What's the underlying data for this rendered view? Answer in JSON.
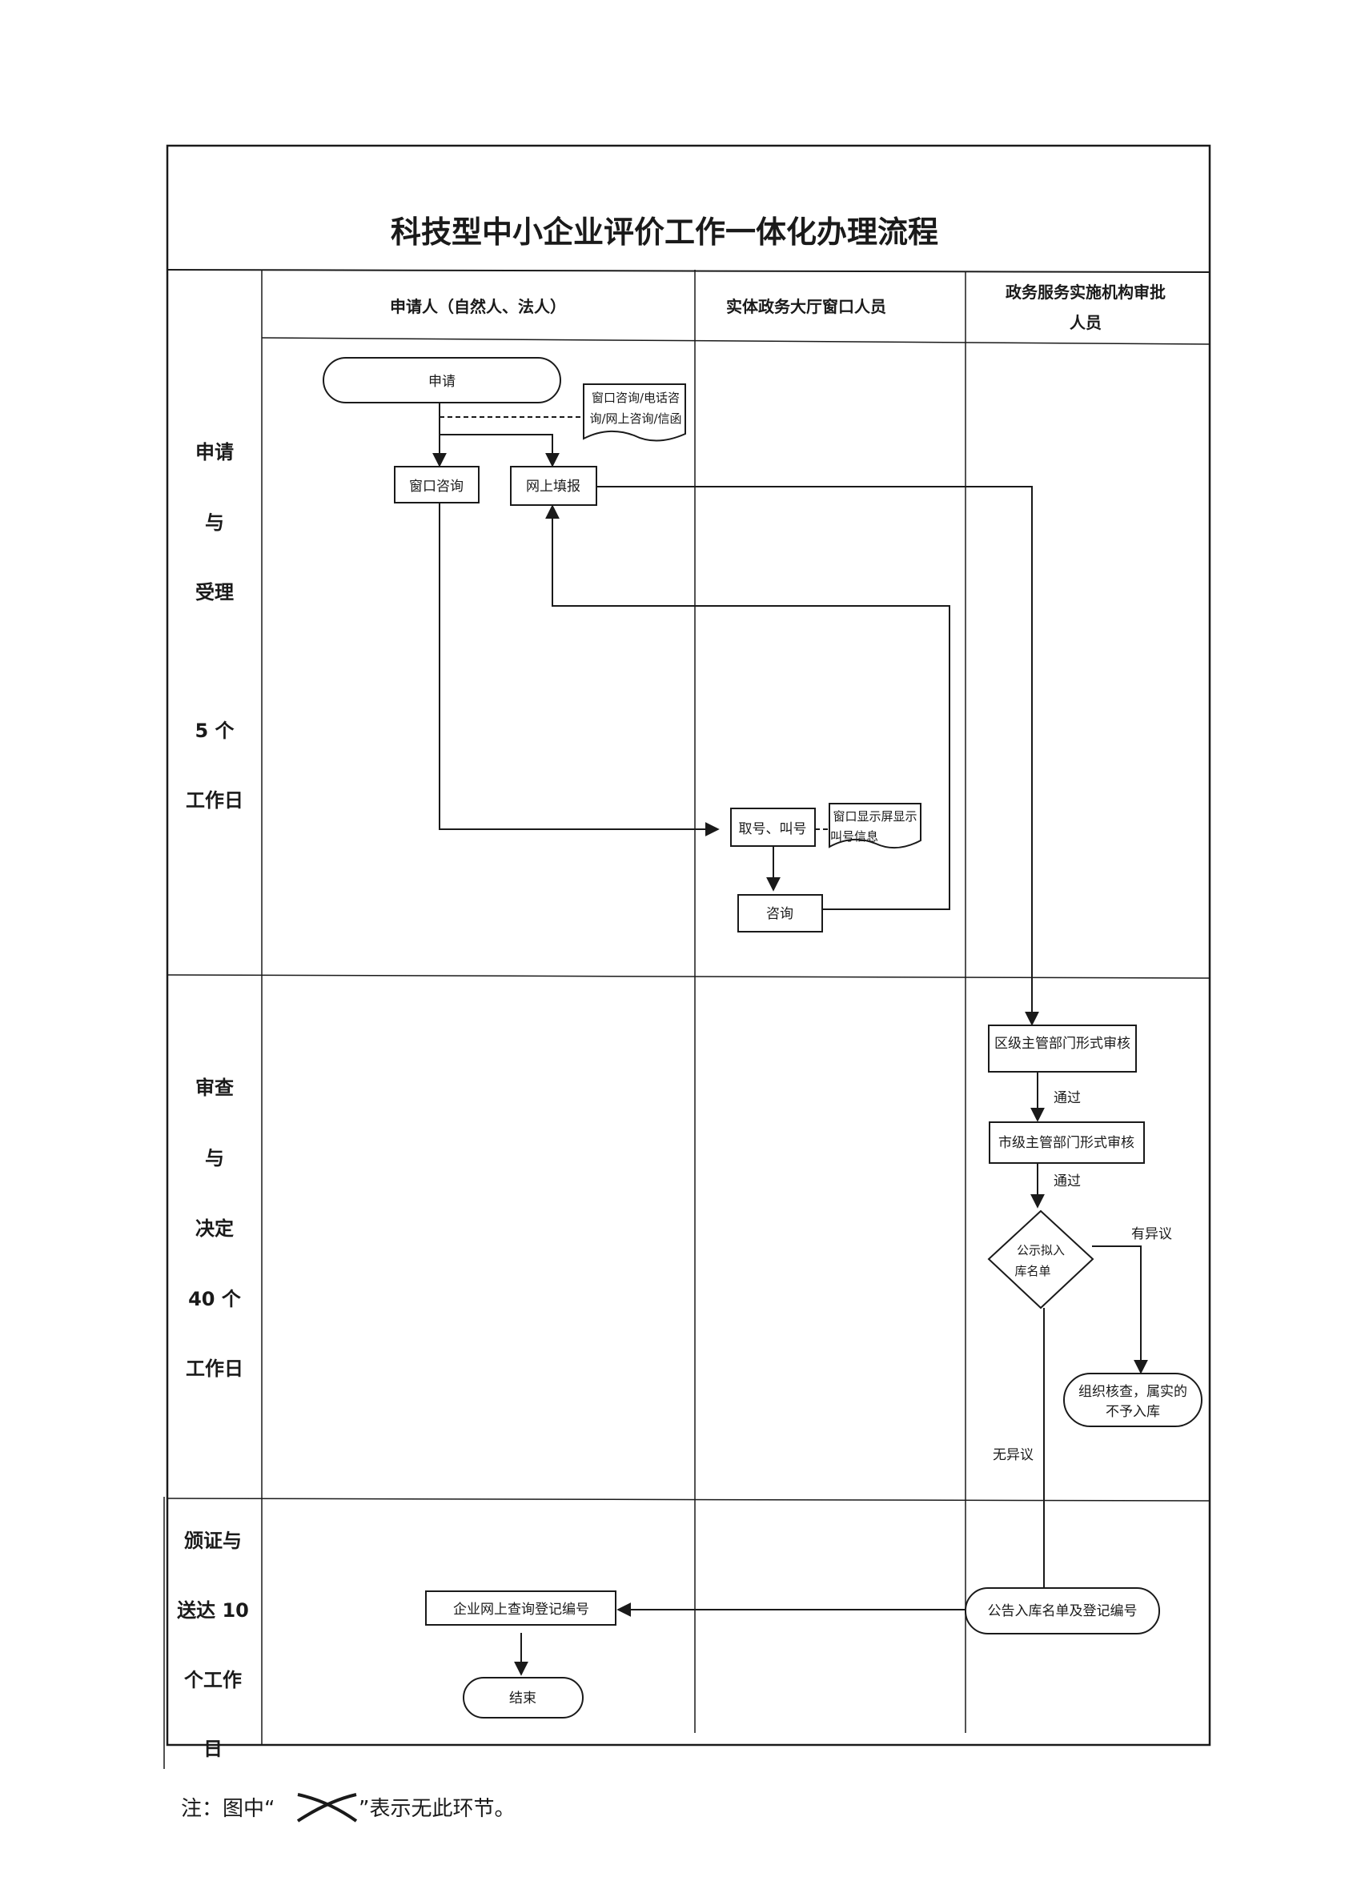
{
  "title": "科技型中小企业评价工作一体化办理流程",
  "lanes": {
    "applicant": "申请人（自然人、法人）",
    "hall": "实体政务大厅窗口人员",
    "approver_line1": "政务服务实施机构审批",
    "approver_line2": "人员"
  },
  "stages": {
    "s1": [
      "申请",
      "与",
      "受理",
      "5 个",
      "工作日"
    ],
    "s2": [
      "审查",
      "与",
      "决定",
      "40 个",
      "工作日"
    ],
    "s3": [
      "颁证与",
      "送达 10",
      "个工作",
      "日"
    ]
  },
  "nodes": {
    "apply": "申请",
    "consult_doc_line1": "窗口咨询/电话咨",
    "consult_doc_line2": "询/网上咨询/信函",
    "window_consult": "窗口咨询",
    "online_fill": "网上填报",
    "take_number": "取号、叫号",
    "screen_doc_line1": "窗口显示屏显示",
    "screen_doc_line2": "叫号信息",
    "consult": "咨询",
    "district_review": "区级主管部门形式审核",
    "city_review": "市级主管部门形式审核",
    "publicity_line1": "公示拟入",
    "publicity_line2": "库名单",
    "verify_line1": "组织核查，属实的",
    "verify_line2": "不予入库",
    "announce": "公告入库名单及登记编号",
    "query": "企业网上查询登记编号",
    "end": "结束"
  },
  "edge_labels": {
    "pass1": "通过",
    "pass2": "通过",
    "objection": "有异议",
    "no_objection": "无异议"
  },
  "footnote": {
    "prefix": "注：图中“",
    "suffix": "”表示无此环节。"
  }
}
